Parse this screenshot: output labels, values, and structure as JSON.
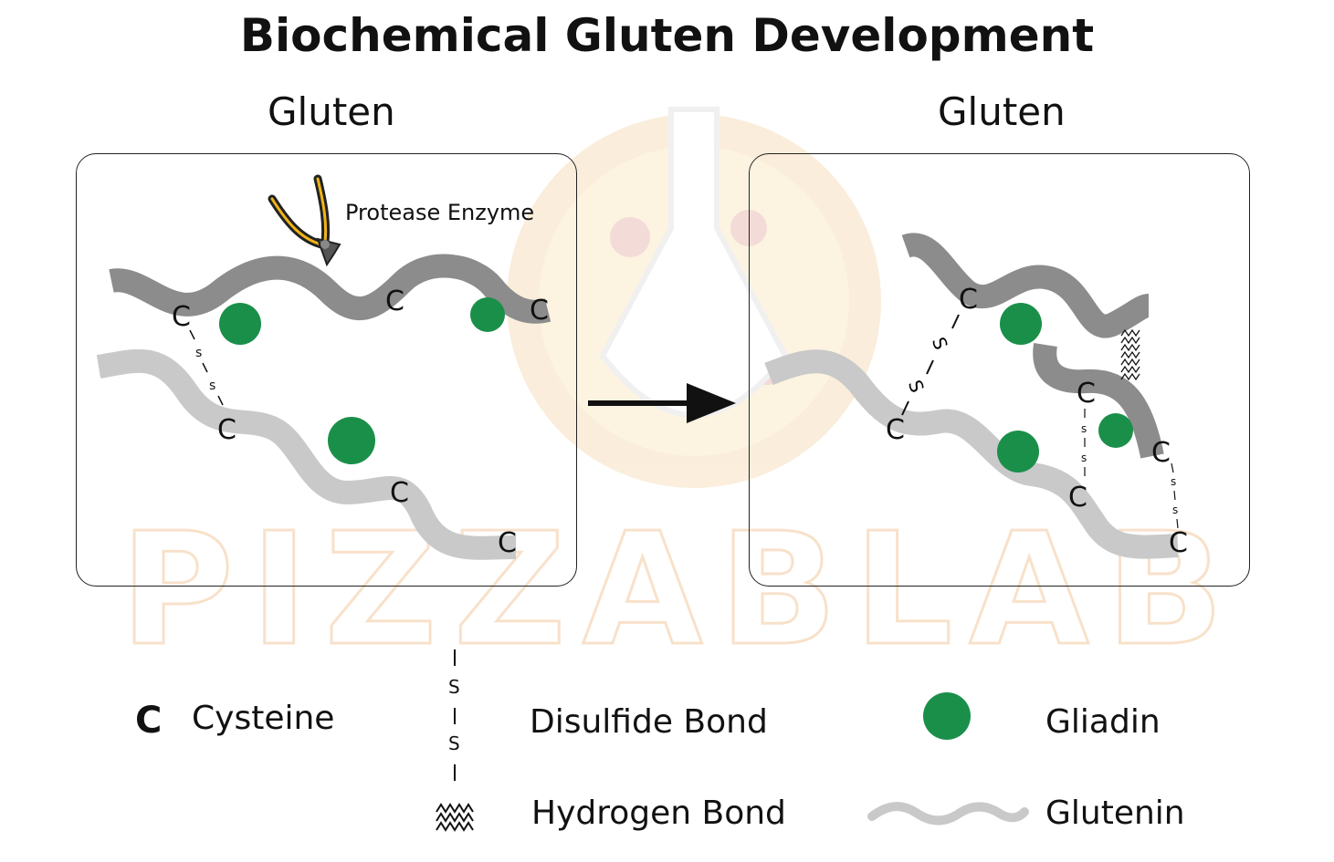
{
  "title": "Biochemical Gluten Development",
  "left_panel": {
    "heading": "Gluten",
    "enzyme_label": "Protease Enzyme"
  },
  "right_panel": {
    "heading": "Gluten"
  },
  "glyphs": {
    "cysteine": "C",
    "sulfur": "S",
    "bond": "I",
    "hydrogen": "^^^"
  },
  "legend": {
    "cysteine_symbol": "C",
    "cysteine": "Cysteine",
    "disulfide": "Disulfide Bond",
    "hydrogen": "Hydrogen Bond",
    "gliadin": "Gliadin",
    "glutenin": "Glutenin"
  },
  "watermark": "PIZZABLAB",
  "colors": {
    "gliadin": "#1a8f4a",
    "glutenin_light": "#c9c9c9",
    "glutenin_dark": "#8c8c8c",
    "enzyme_accent": "#f0b418"
  }
}
